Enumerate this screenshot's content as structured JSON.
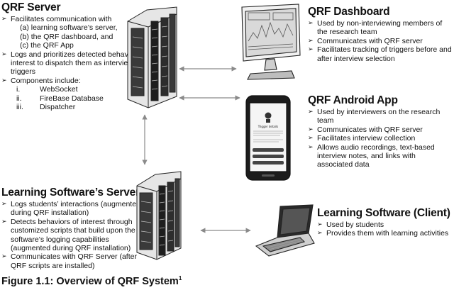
{
  "qrf_server": {
    "title": "QRF Server",
    "facilitates": "Facilitates communication with",
    "facilitates_sub": [
      "(a) learning software’s server,",
      "(b) the QRF dashboard, and",
      "(c) the QRF App"
    ],
    "logs_prioritizes": "Logs and prioritizes detected behaviors of interest to dispatch them as interview triggers",
    "components": "Components include:",
    "components_list": [
      {
        "num": "i.",
        "label": "WebSocket"
      },
      {
        "num": "ii.",
        "label": "FireBase Database"
      },
      {
        "num": "iii.",
        "label": "Dispatcher"
      }
    ]
  },
  "qrf_dashboard": {
    "title": "QRF Dashboard",
    "items": [
      "Used by non-interviewing members of the research team",
      "Communicates with QRF server",
      "Facilitates tracking of triggers before and after interview selection"
    ]
  },
  "qrf_android_app": {
    "title": "QRF Android App",
    "items": [
      "Used by interviewers on the research team",
      "Communicates with QRF server",
      "Facilitates interview collection",
      "Allows audio recordings, text-based interview notes, and links with associated data"
    ],
    "phone_screen_heading": "Trigger details"
  },
  "learning_server": {
    "title": "Learning Software’s Server",
    "items": [
      "Logs students’ interactions (augmented during QRF installation)",
      "Detects behaviors of interest through customized scripts that build upon the software’s logging capabilities (augmented during QRF installation)",
      "Communicates with QRF Server (after QRF scripts are installed)"
    ]
  },
  "learning_client": {
    "title": "Learning Software (Client)",
    "items": [
      "Used by students",
      "Provides them with learning  activities"
    ]
  },
  "caption": {
    "text": "Figure 1.1: Overview of QRF System",
    "sup": "1"
  },
  "colors": {
    "arrow": "#8a8a8a",
    "sketch": "#2a2a2a",
    "text": "#111111"
  }
}
